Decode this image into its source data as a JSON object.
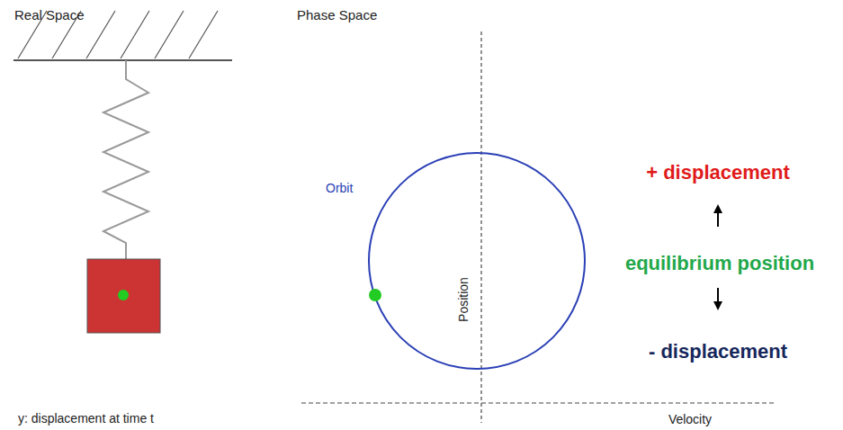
{
  "diagram": {
    "labels": [
      "Real Space",
      "Phase Space",
      "Orbit",
      "Position",
      "Velocity",
      "+ displacement",
      "equilibrium position",
      "- displacement",
      "y: displacement at time t"
    ]
  }
}
